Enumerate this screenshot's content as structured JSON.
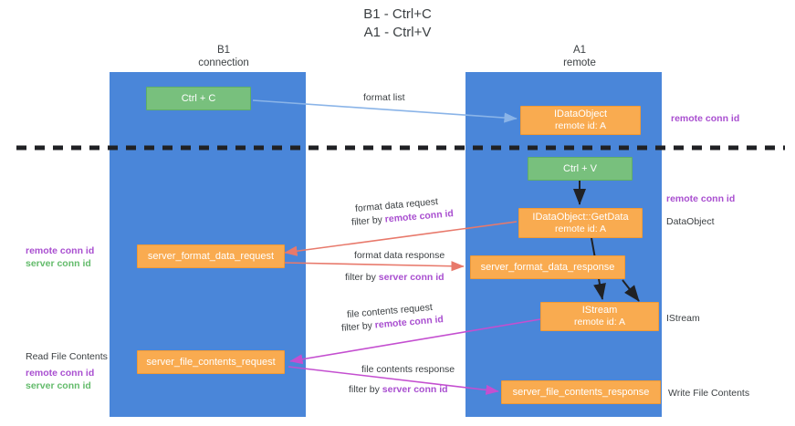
{
  "title": {
    "line1": "B1 - Ctrl+C",
    "line2": "A1 - Ctrl+V"
  },
  "lanes": [
    {
      "id": "b1",
      "name": "B1",
      "role": "connection",
      "color": "#4a86d9"
    },
    {
      "id": "a1",
      "name": "A1",
      "role": "remote",
      "color": "#4a86d9"
    }
  ],
  "nodes": {
    "ctrl_c": {
      "line1": "Ctrl + C",
      "line2": ""
    },
    "idataobject": {
      "line1": "IDataObject",
      "line2": "remote id: A"
    },
    "ctrl_v": {
      "line1": "Ctrl + V",
      "line2": ""
    },
    "getdata": {
      "line1": "IDataObject::GetData",
      "line2": "remote id: A"
    },
    "fmt_req": {
      "line1": "server_format_data_request",
      "line2": ""
    },
    "fmt_resp": {
      "line1": "server_format_data_response",
      "line2": ""
    },
    "istream": {
      "line1": "IStream",
      "line2": "remote id: A"
    },
    "file_req": {
      "line1": "server_file_contents_request",
      "line2": ""
    },
    "file_resp": {
      "line1": "server_file_contents_response",
      "line2": ""
    }
  },
  "edges": {
    "format_list": {
      "text": "format list"
    },
    "fmt_req_l1": {
      "text": "format data request"
    },
    "fmt_req_l2_prefix": {
      "text": "filter by "
    },
    "fmt_req_l2_key": {
      "text": "remote conn id"
    },
    "fmt_resp_l1": {
      "text": "format data response"
    },
    "fmt_resp_l2_prefix": {
      "text": "filter by "
    },
    "fmt_resp_l2_key": {
      "text": "server conn id"
    },
    "file_req_l1": {
      "text": "file contents request"
    },
    "file_req_l2_prefix": {
      "text": "filter by "
    },
    "file_req_l2_key": {
      "text": "remote conn id"
    },
    "file_resp_l1": {
      "text": "file contents response"
    },
    "file_resp_l2_prefix": {
      "text": "filter by "
    },
    "file_resp_l2_key": {
      "text": "server conn id"
    }
  },
  "annotations": {
    "right_remote_conn_top": {
      "text": "remote conn id"
    },
    "right_remote_conn_mid": {
      "text": "remote conn id"
    },
    "right_dataobject": {
      "text": "DataObject"
    },
    "right_istream": {
      "text": "IStream"
    },
    "right_write_file": {
      "text": "Write File Contents"
    },
    "left_read_file": {
      "text": "Read File Contents"
    },
    "left_remote_conn_mid": {
      "text": "remote conn id"
    },
    "left_server_conn_mid": {
      "text": "server conn id"
    },
    "left_remote_conn_bot": {
      "text": "remote conn id"
    },
    "left_server_conn_bot": {
      "text": "server conn id"
    }
  },
  "colors": {
    "lane": "#4a86d9",
    "green_box": "#78c07d",
    "orange_box": "#f9ab50",
    "purple_key": "#a94fd0",
    "green_key": "#63bb6b",
    "arrow_blue": "#8ab4e8",
    "arrow_red": "#e8796b",
    "arrow_magenta": "#c44fd0",
    "arrow_black": "#202124",
    "divider": "#202124"
  }
}
